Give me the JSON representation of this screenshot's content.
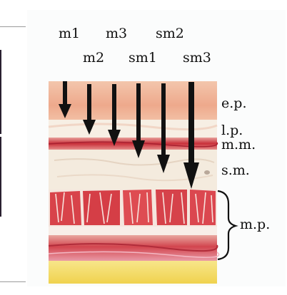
{
  "figure": {
    "depth_labels": [
      "m1",
      "m2",
      "m3",
      "sm1",
      "sm2",
      "sm3"
    ],
    "layer_labels": {
      "epithelium": "e.p.",
      "lamina_propria": "l.p.",
      "muscularis_mucosae": "m.m.",
      "submucosa": "s.m.",
      "muscularis_propria": "m.p."
    },
    "colors": {
      "epithelium": "#f0b79a",
      "muscle": "#d8434a",
      "submucosa": "#f6ece0",
      "fat": "#f4de6a",
      "arrow": "#111111"
    }
  }
}
